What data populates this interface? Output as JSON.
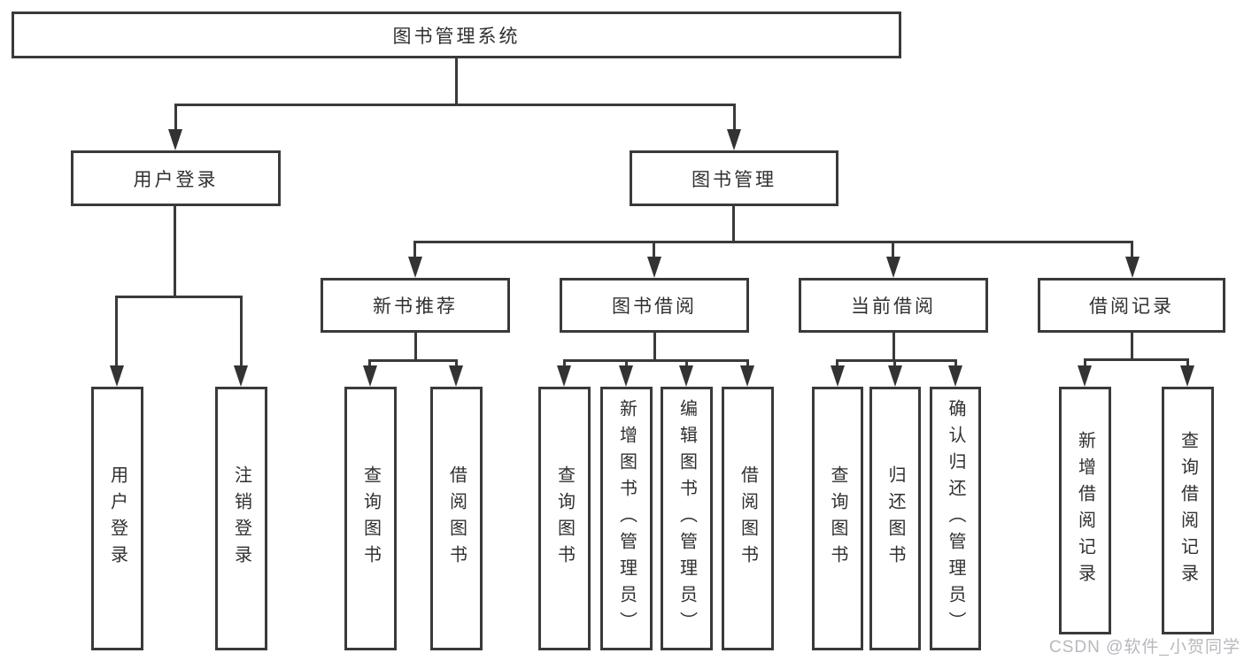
{
  "diagram_title": "图书管理系统",
  "nodes": {
    "root": {
      "label": "图书管理系统"
    },
    "user_login": {
      "label": "用户登录"
    },
    "book_mgmt": {
      "label": "图书管理"
    },
    "new_book_rec": {
      "label": "新书推荐"
    },
    "book_borrow": {
      "label": "图书借阅"
    },
    "current_borrow": {
      "label": "当前借阅"
    },
    "borrow_records": {
      "label": "借阅记录"
    },
    "leaf_user_login": {
      "label": "用户登录"
    },
    "leaf_logout": {
      "label": "注销登录"
    },
    "leaf_query_book_1": {
      "label": "查询图书"
    },
    "leaf_borrow_book_1": {
      "label": "借阅图书"
    },
    "leaf_query_book_2": {
      "label": "查询图书"
    },
    "leaf_add_book": {
      "label": "新增图书（管理员）"
    },
    "leaf_edit_book": {
      "label": "编辑图书（管理员）"
    },
    "leaf_borrow_book_2": {
      "label": "借阅图书"
    },
    "leaf_query_book_3": {
      "label": "查询图书"
    },
    "leaf_return_book": {
      "label": "归还图书"
    },
    "leaf_confirm_return": {
      "label": "确认归还（管理员）"
    },
    "leaf_add_record": {
      "label": "新增借阅记录"
    },
    "leaf_query_record": {
      "label": "查询借阅记录"
    }
  },
  "watermark": {
    "text": "CSDN @软件_小贺同学"
  },
  "colors": {
    "line": "#3a3a3a",
    "text": "#303030",
    "box_fill": "#ffffff",
    "watermark": "#b8b8be",
    "background": "#ffffff"
  }
}
